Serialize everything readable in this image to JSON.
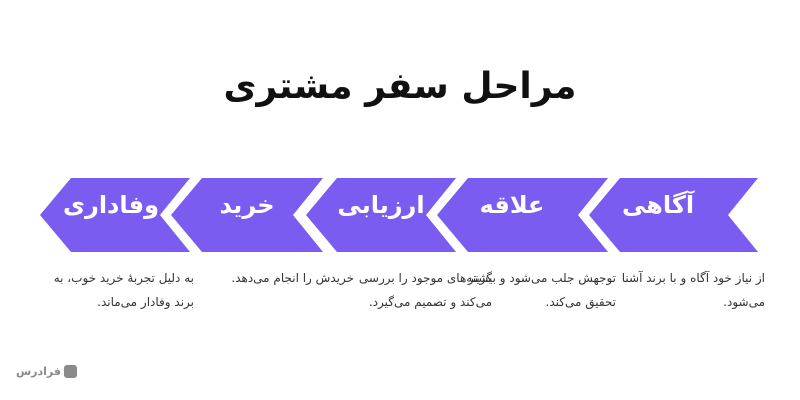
{
  "title": "مراحل سفر مشتری",
  "stages": [
    {
      "label": "آگاهی",
      "description": "از نیاز خود آگاه و با برند آشنا می‌شود."
    },
    {
      "label": "علاقه",
      "description": "توجهش جلب می‌شود و بیشتر تحقیق می‌کند."
    },
    {
      "label": "ارزیابی",
      "description": "گزینه‌های موجود را بررسی می‌کند و تصمیم می‌گیرد."
    },
    {
      "label": "خرید",
      "description": "خریدش را انجام می‌دهد."
    },
    {
      "label": "وفاداری",
      "description": "به دلیل تجربهٔ خرید خوب، به برند وفادار می‌ماند."
    }
  ],
  "colors": {
    "arrow": "#7b5cf0",
    "arrow_text": "#ffffff",
    "title": "#111111",
    "description": "#333333"
  },
  "logo": {
    "text": "فرادرس"
  }
}
